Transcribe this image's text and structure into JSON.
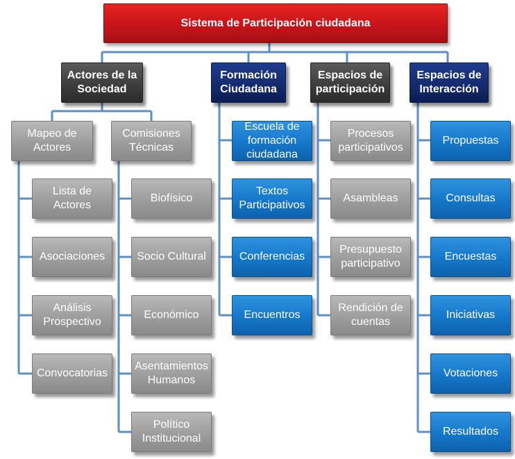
{
  "root": {
    "label": "Sistema de Participación ciudadana"
  },
  "headers": [
    {
      "label": "Actores de la Sociedad"
    },
    {
      "label": "Formación Ciudadana"
    },
    {
      "label": "Espacios de participación"
    },
    {
      "label": "Espacios de Interacción"
    }
  ],
  "actores": {
    "groups": [
      {
        "label": "Mapeo de Actores"
      },
      {
        "label": "Comisiones Técnicas"
      }
    ],
    "mapeo_items": [
      {
        "label": "Lista de Actores"
      },
      {
        "label": "Asociaciones"
      },
      {
        "label": "Análisis Prospectivo"
      },
      {
        "label": "Convocatorias"
      }
    ],
    "comisiones_items": [
      {
        "label": "Biofísico"
      },
      {
        "label": "Socio Cultural"
      },
      {
        "label": "Económico"
      },
      {
        "label": "Asentamientos Humanos"
      },
      {
        "label": "Político Institucional"
      }
    ]
  },
  "formacion_items": [
    {
      "label": "Escuela de formación ciudadana"
    },
    {
      "label": "Textos Participativos"
    },
    {
      "label": "Conferencias"
    },
    {
      "label": "Encuentros"
    }
  ],
  "participacion_items": [
    {
      "label": "Procesos participativos"
    },
    {
      "label": "Asambleas"
    },
    {
      "label": "Presupuesto participativo"
    },
    {
      "label": "Rendición de cuentas"
    }
  ],
  "interaccion_items": [
    {
      "label": "Propuestas"
    },
    {
      "label": "Consultas"
    },
    {
      "label": "Encuestas"
    },
    {
      "label": "Iniciativas"
    },
    {
      "label": "Votaciones"
    },
    {
      "label": "Resultados"
    }
  ],
  "colors": {
    "root": "#c8141a",
    "header_dark": "#3b3b3b",
    "header_navy": "#132a6b",
    "grey_box": "#9d9d9d",
    "blue_box": "#1577c9",
    "connector": "#5b8fc7"
  }
}
